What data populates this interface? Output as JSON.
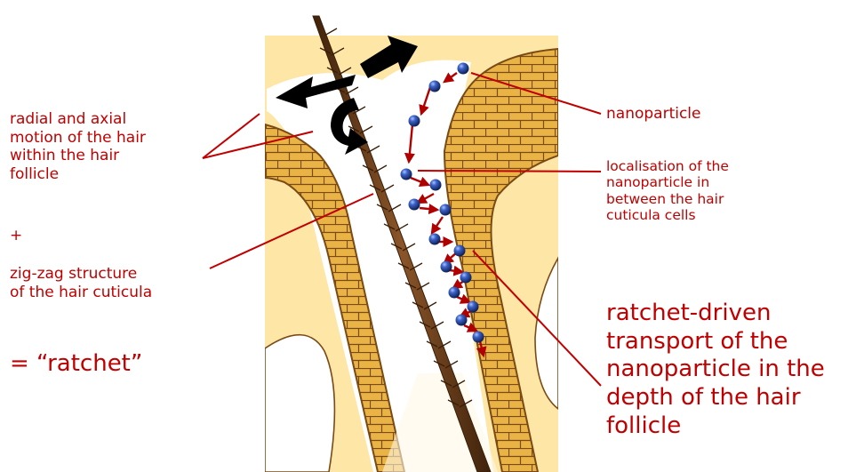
{
  "labels": {
    "motion": "radial and axial\nmotion of the hair\nwithin the hair\nfollicle",
    "plus": "+",
    "zigzag": "zig-zag structure\nof the hair cuticula",
    "ratchet": "= “ratchet”",
    "nanoparticle": "nanoparticle",
    "localisation": "localisation of the\nnanoparticle in\nbetween the hair\ncuticula cells",
    "transport": "ratchet-driven\ntransport of the\nnanoparticle in the\ndepth of the hair\nfollicle"
  },
  "colors": {
    "label_text": "#c00000",
    "pointer_line": "#c00000",
    "skin": "#fde6a6",
    "brick": "#e9b445",
    "brick_outline": "#7a4a16",
    "hair": "#6b3d17",
    "nanoparticle": "#1e3f8f",
    "motion_arrow": "#000000"
  }
}
